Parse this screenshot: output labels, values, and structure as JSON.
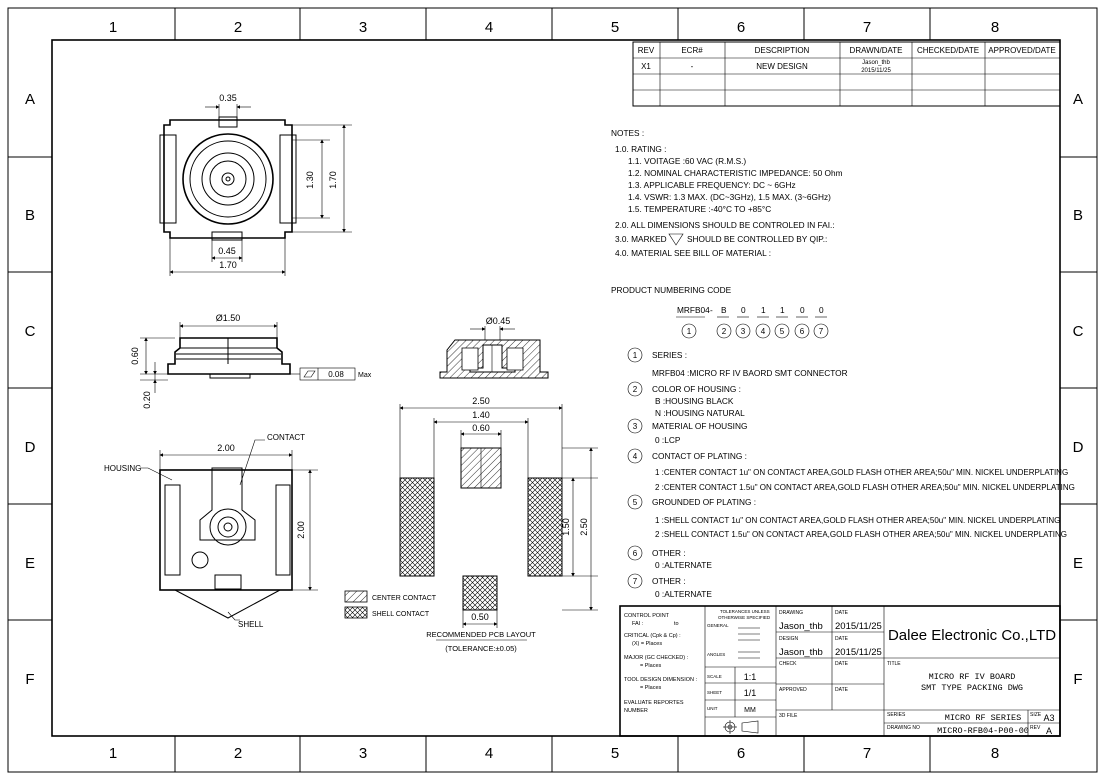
{
  "frame": {
    "columns": [
      "1",
      "2",
      "3",
      "4",
      "5",
      "6",
      "7",
      "8"
    ],
    "rows": [
      "A",
      "B",
      "C",
      "D",
      "E",
      "F"
    ]
  },
  "revision_table": {
    "headers": [
      "REV",
      "ECR#",
      "DESCRIPTION",
      "DRAWN/DATE",
      "CHECKED/DATE",
      "APPROVED/DATE"
    ],
    "row": {
      "rev": "X1",
      "ecr": "-",
      "description": "NEW DESIGN",
      "drawn_name": "Jason_thb",
      "drawn_date": "2015/11/25"
    }
  },
  "dimensions": {
    "top_width_small": "0.35",
    "top_height_1": "1.30",
    "top_height_2": "1.70",
    "top_bottom_small": "0.45",
    "top_width": "1.70",
    "side_diameter": "Ø1.50",
    "side_height_1": "0.60",
    "side_height_2": "0.20",
    "flatness_value": "0.08",
    "flatness_unit": "Max",
    "section_diameter": "Ø0.45",
    "bottom_width": "2.00",
    "bottom_height": "2.00",
    "pcb_w1": "2.50",
    "pcb_w2": "1.40",
    "pcb_w3": "0.60",
    "pcb_h1": "1.50",
    "pcb_h2": "2.50",
    "pcb_w4": "0.50"
  },
  "callouts": {
    "contact": "CONTACT",
    "housing": "HOUSING",
    "shell": "SHELL"
  },
  "legend": {
    "center": "CENTER CONTACT",
    "shell": "SHELL CONTACT"
  },
  "pcb_layout": {
    "title": "RECOMMENDED PCB LAYOUT",
    "tolerance": "(TOLERANCE:±0.05)"
  },
  "notes": {
    "heading": "NOTES :",
    "lines": [
      "1.0. RATING :",
      "1.1. VOITAGE :60 VAC (R.M.S.)",
      "1.2. NOMINAL CHARACTERISTIC IMPEDANCE: 50 Ohm",
      "1.3. APPLICABLE FREQUENCY: DC ~ 6GHz",
      "1.4. VSWR: 1.3 MAX. (DC~3GHz), 1.5 MAX. (3~6GHz)",
      "1.5. TEMPERATURE :-40°C TO +85°C",
      "2.0. ALL DIMENSIONS SHOULD BE CONTROLED IN FAI.:",
      "3.0. MARKED",
      "SHOULD BE CONTROLLED BY QIP.:",
      "4.0. MATERIAL SEE BILL OF MATERIAL :"
    ]
  },
  "product_code": {
    "heading": "PRODUCT NUMBERING CODE",
    "base": "MRFB04",
    "dash": "-",
    "fields": [
      "B",
      "0",
      "1",
      "1",
      "0",
      "0"
    ],
    "markers": [
      "1",
      "2",
      "3",
      "4",
      "5",
      "6",
      "7"
    ],
    "items": [
      {
        "num": "1",
        "title": "SERIES :",
        "lines": [
          "MRFB04 :MICRO RF IV BAORD SMT CONNECTOR"
        ]
      },
      {
        "num": "2",
        "title": "COLOR OF HOUSING :",
        "lines": [
          "B :HOUSING BLACK",
          "N :HOUSING NATURAL"
        ]
      },
      {
        "num": "3",
        "title": "MATERIAL OF HOUSING",
        "lines": [
          "0 :LCP"
        ]
      },
      {
        "num": "4",
        "title": "CONTACT OF PLATING :",
        "lines": [
          "1 :CENTER CONTACT 1u\" ON CONTACT AREA,GOLD FLASH OTHER AREA;50u\" MIN. NICKEL UNDERPLATING",
          "2 :CENTER CONTACT 1.5u\" ON CONTACT AREA,GOLD FLASH OTHER AREA;50u\" MIN. NICKEL UNDERPLATING"
        ]
      },
      {
        "num": "5",
        "title": "GROUNDED OF PLATING :",
        "lines": [
          "1 :SHELL CONTACT 1u\" ON CONTACT AREA,GOLD FLASH OTHER AREA;50u\" MIN. NICKEL UNDERPLATING",
          "2 :SHELL CONTACT 1.5u\" ON CONTACT AREA,GOLD FLASH OTHER AREA;50u\" MIN. NICKEL UNDERPLATING"
        ]
      },
      {
        "num": "6",
        "title": "OTHER :",
        "lines": [
          "0 :ALTERNATE"
        ]
      },
      {
        "num": "7",
        "title": "OTHER :",
        "lines": [
          "0 :ALTERNATE"
        ]
      }
    ]
  },
  "title_block": {
    "control_point": "CONTROL POINT",
    "fai": "FAI :",
    "fai_to": "to",
    "critical": "CRITICAL (Cpk & Cp) :",
    "critical_places": "(X) =      Places",
    "major": "MAJOR (GC CHECKED) :",
    "major_places": "=      Places",
    "tool_design": "TOOL DESIGN DIMENSION :",
    "tool_places": "=      Places",
    "evaluate": "EVALUATE REPORTES",
    "number": "NUMBER",
    "tolerances": "TOLERANCES UNLESS",
    "otherwise": "OTHERWISE SPECIFIED",
    "general": "GENERAL",
    "angles": "ANGLES",
    "scale_label": "SCALE",
    "scale": "1:1",
    "sheet_label": "SHEET",
    "sheet": "1/1",
    "unit_label": "UNIT",
    "unit": "MM",
    "drawing_label": "DRAWING",
    "design_label": "DESIGN",
    "check_label": "CHECK",
    "approved_label": "APPROVED",
    "file_label": "3D FILE",
    "date_label": "DATE",
    "drawer": "Jason_thb",
    "draw_date": "2015/11/25",
    "designer": "Jason_thb",
    "design_date": "2015/11/25",
    "company": "Dalee Electronic Co.,LTD",
    "title_label": "TITLE",
    "title_1": "MICRO RF IV BOARD",
    "title_2": "SMT TYPE PACKING DWG",
    "series_label": "SERIES",
    "series": "MICRO RF SERIES",
    "size_label": "SIZE",
    "size": "A3",
    "drawing_no_label": "DRAWING NO",
    "drawing_no": "MICRO-RFB04-P00-00",
    "rev_label": "REV",
    "rev": "A"
  }
}
